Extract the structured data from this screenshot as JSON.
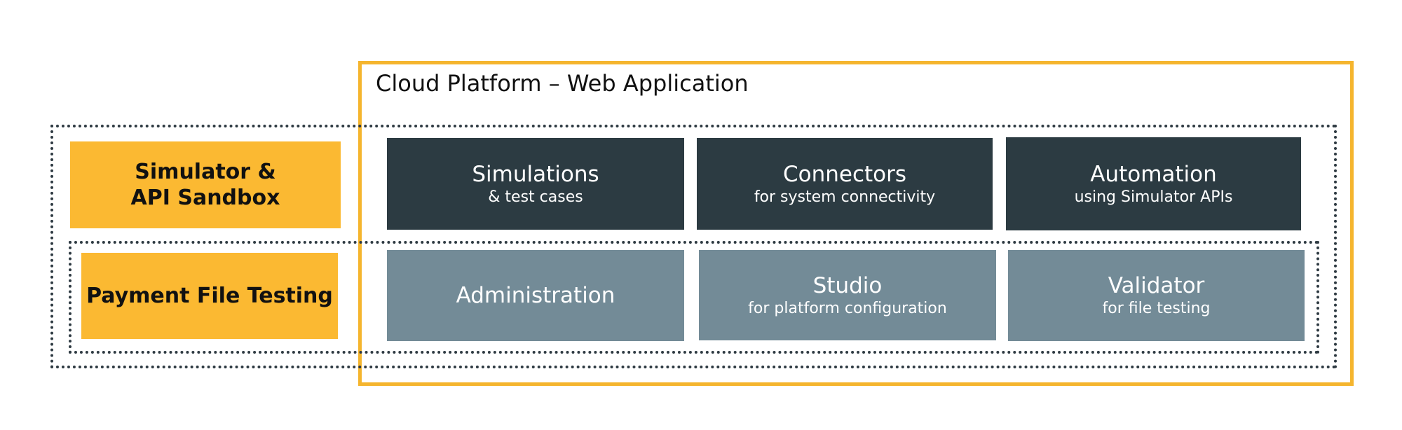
{
  "cloud_platform": {
    "title": "Cloud Platform – Web Application"
  },
  "groups": {
    "sandbox": {
      "label": "Simulator & API Sandbox"
    },
    "payment": {
      "label": "Payment File Testing"
    }
  },
  "modules": {
    "simulations": {
      "title": "Simulations",
      "subtitle": "& test cases"
    },
    "connectors": {
      "title": "Connectors",
      "subtitle": "for system connectivity"
    },
    "automation": {
      "title": "Automation",
      "subtitle": "using Simulator APIs"
    },
    "administration": {
      "title": "Administration"
    },
    "studio": {
      "title": "Studio",
      "subtitle": "for platform configuration"
    },
    "validator": {
      "title": "Validator",
      "subtitle": "for file testing"
    }
  },
  "colors": {
    "accent_yellow": "#f5b52e",
    "label_yellow": "#fbb932",
    "dark_module": "#2c3b42",
    "light_module": "#738b97",
    "dotted_border": "#2e3a42"
  }
}
